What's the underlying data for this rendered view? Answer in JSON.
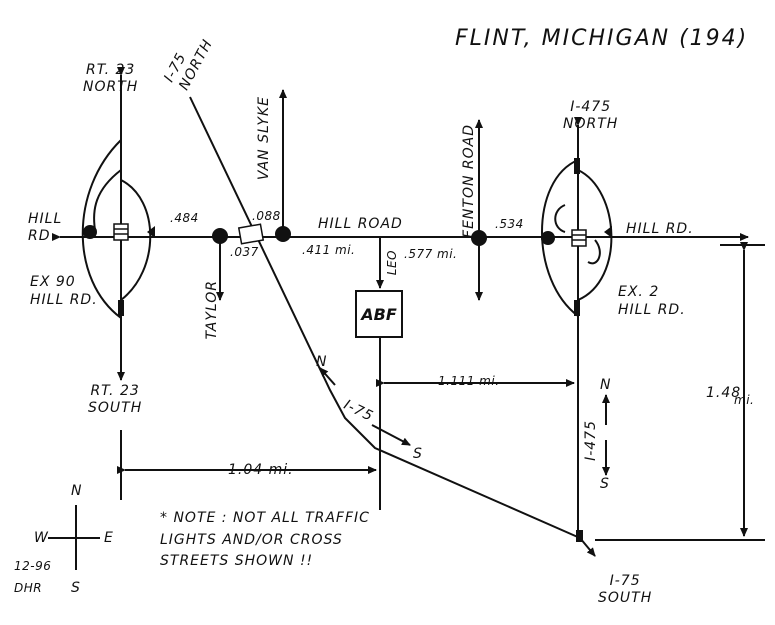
{
  "title": "FLINT, MICHIGAN (194)",
  "roads": {
    "rt23_north": "RT. 23 NORTH",
    "rt23_north_l1": "RT. 23",
    "rt23_north_l2": "NORTH",
    "rt23_south_l1": "RT. 23",
    "rt23_south_l2": "SOUTH",
    "i75_north_l1": "I-75",
    "i75_north_l2": "NORTH",
    "i75_south_l1": "I-75",
    "i75_south_l2": "SOUTH",
    "i475_north_l1": "I-475",
    "i475_north_l2": "NORTH",
    "i475_vertical": "I-475",
    "i75_route": "I-75",
    "hill_rd_left_l1": "HILL",
    "hill_rd_left_l2": "RD",
    "hill_road_center": "HILL ROAD",
    "hill_rd_right": "HILL RD.",
    "van_slyke": "VAN SLYKE",
    "fenton_road": "FENTON ROAD",
    "taylor": "TAYLOR",
    "leo": "LEO"
  },
  "exits": {
    "ex90_l1": "EX 90",
    "ex90_l2": "HILL RD.",
    "ex2_l1": "EX. 2",
    "ex2_l2": "HILL RD."
  },
  "distances": {
    "d484": ".484",
    "d088": ".088",
    "d037": ".037",
    "d411": ".411 mi.",
    "d577": ".577 mi.",
    "d534": ".534",
    "d1111": "1.111 mi.",
    "d104": "1.04 mi.",
    "d148_l1": "1.48",
    "d148_l2": "mi."
  },
  "direction_marks": {
    "n_on_i75": "N",
    "s_on_i75": "S",
    "n_on_i475": "N",
    "s_on_i475": "S"
  },
  "destination": {
    "abf": "ABF"
  },
  "note": {
    "line1": "* NOTE : NOT ALL TRAFFIC",
    "line2": "LIGHTS AND/OR CROSS",
    "line3": "STREETS SHOWN !!"
  },
  "compass": {
    "n": "N",
    "s": "S",
    "e": "E",
    "w": "W"
  },
  "signature": {
    "date": "12-96",
    "initials": "DHR"
  }
}
